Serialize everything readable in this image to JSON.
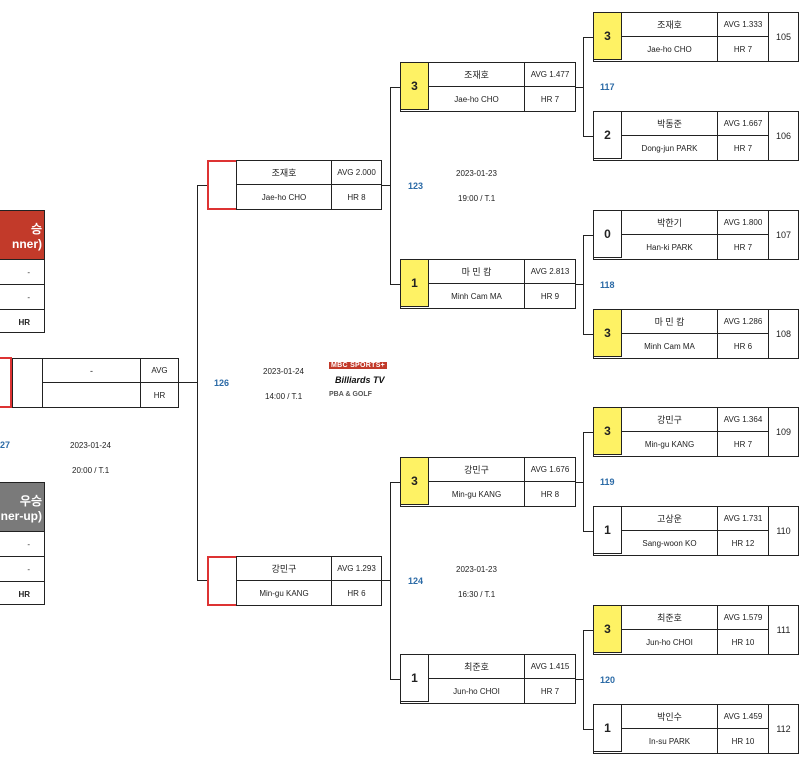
{
  "final_section": {
    "champion": {
      "title": "승",
      "subtitle": "nner)",
      "row1": "-",
      "row2": "-",
      "hr_label": "HR",
      "color": "#c23a2a"
    },
    "runner_up": {
      "title": "우승",
      "subtitle": "ner-up)",
      "row1": "-",
      "row2": "-",
      "hr_label": "HR",
      "color": "#7a7a7a"
    },
    "final_match_no": "27",
    "final_date": "2023-01-24",
    "final_time": "20:00 / T.1",
    "center_card": {
      "name": "-",
      "avg": "AVG",
      "hr": "HR"
    }
  },
  "semifinal": {
    "match_no": "126",
    "date": "2023-01-24",
    "time": "14:00 / T.1",
    "broadcast": {
      "line1": "MBC SPORTS+",
      "line2": "Billiards TV",
      "line3": "PBA & GOLF"
    }
  },
  "quarterfinals": [
    {
      "match_no": "123",
      "date": "2023-01-23",
      "time": "19:00 / T.1",
      "top": {
        "kor": "조재호",
        "eng": "Jae-ho CHO",
        "avg": "AVG 2.000",
        "hr": "HR 8"
      }
    },
    {
      "match_no": "124",
      "date": "2023-01-23",
      "time": "16:30 / T.1",
      "top": {
        "kor": "강민구",
        "eng": "Min-gu KANG",
        "avg": "AVG 1.293",
        "hr": "HR 6"
      }
    }
  ],
  "round16": [
    {
      "score": "3",
      "win": true,
      "kor": "조재호",
      "eng": "Jae-ho CHO",
      "avg": "AVG 1.477",
      "hr": "HR 7"
    },
    {
      "score": "1",
      "win": true,
      "kor": "마 민 캄",
      "eng": "Minh Cam MA",
      "avg": "AVG 2.813",
      "hr": "HR 9"
    },
    {
      "score": "3",
      "win": true,
      "kor": "강민구",
      "eng": "Min-gu KANG",
      "avg": "AVG 1.676",
      "hr": "HR 8"
    },
    {
      "score": "1",
      "win": false,
      "kor": "최준호",
      "eng": "Jun-ho CHOI",
      "avg": "AVG 1.415",
      "hr": "HR 7"
    }
  ],
  "round32_match_nos": [
    "117",
    "118",
    "119",
    "120"
  ],
  "round32": [
    {
      "score": "3",
      "win": true,
      "kor": "조재호",
      "eng": "Jae-ho CHO",
      "avg": "AVG 1.333",
      "hr": "HR 7",
      "seed": "105"
    },
    {
      "score": "2",
      "win": false,
      "kor": "박동준",
      "eng": "Dong-jun PARK",
      "avg": "AVG 1.667",
      "hr": "HR 7",
      "seed": "106"
    },
    {
      "score": "0",
      "win": false,
      "kor": "박한기",
      "eng": "Han-ki PARK",
      "avg": "AVG 1.800",
      "hr": "HR 7",
      "seed": "107"
    },
    {
      "score": "3",
      "win": true,
      "kor": "마 민 캄",
      "eng": "Minh Cam MA",
      "avg": "AVG 1.286",
      "hr": "HR 6",
      "seed": "108"
    },
    {
      "score": "3",
      "win": true,
      "kor": "강민구",
      "eng": "Min-gu KANG",
      "avg": "AVG 1.364",
      "hr": "HR 7",
      "seed": "109"
    },
    {
      "score": "1",
      "win": false,
      "kor": "고상운",
      "eng": "Sang-woon KO",
      "avg": "AVG 1.731",
      "hr": "HR 12",
      "seed": "110"
    },
    {
      "score": "3",
      "win": true,
      "kor": "최준호",
      "eng": "Jun-ho CHOI",
      "avg": "AVG 1.579",
      "hr": "HR 10",
      "seed": "111"
    },
    {
      "score": "1",
      "win": false,
      "kor": "박인수",
      "eng": "In-su PARK",
      "avg": "AVG 1.459",
      "hr": "HR 10",
      "seed": "112"
    }
  ]
}
